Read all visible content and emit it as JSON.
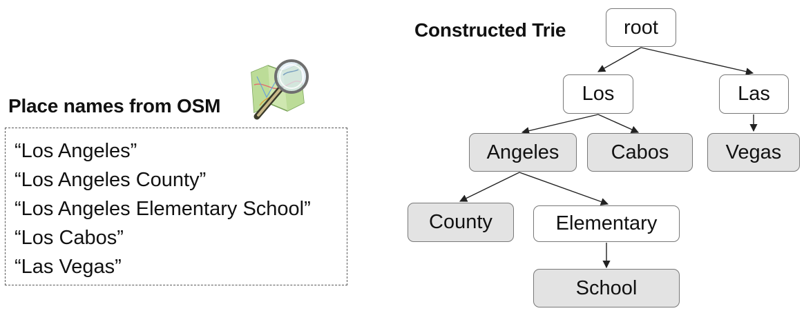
{
  "osm": {
    "title": "Place names from OSM",
    "icon": "openstreetmap-magnifier-icon",
    "names": [
      "“Los Angeles”",
      "“Los Angeles County”",
      "“Los Angeles Elementary School”",
      "“Los Cabos”",
      "“Las Vegas”"
    ]
  },
  "trie": {
    "title": "Constructed Trie",
    "nodes": {
      "root": "root",
      "los": "Los",
      "las": "Las",
      "angeles": "Angeles",
      "cabos": "Cabos",
      "vegas": "Vegas",
      "county": "County",
      "elementary": "Elementary",
      "school": "School"
    },
    "edges": [
      [
        "root",
        "los"
      ],
      [
        "root",
        "las"
      ],
      [
        "los",
        "angeles"
      ],
      [
        "los",
        "cabos"
      ],
      [
        "las",
        "vegas"
      ],
      [
        "angeles",
        "county"
      ],
      [
        "angeles",
        "elementary"
      ],
      [
        "elementary",
        "school"
      ]
    ],
    "end_of_name_nodes": [
      "angeles",
      "cabos",
      "vegas",
      "county",
      "school"
    ]
  },
  "colors": {
    "end_node_fill": "#e3e3e3",
    "node_fill": "#ffffff",
    "node_border": "#777777",
    "edge": "#222222"
  }
}
